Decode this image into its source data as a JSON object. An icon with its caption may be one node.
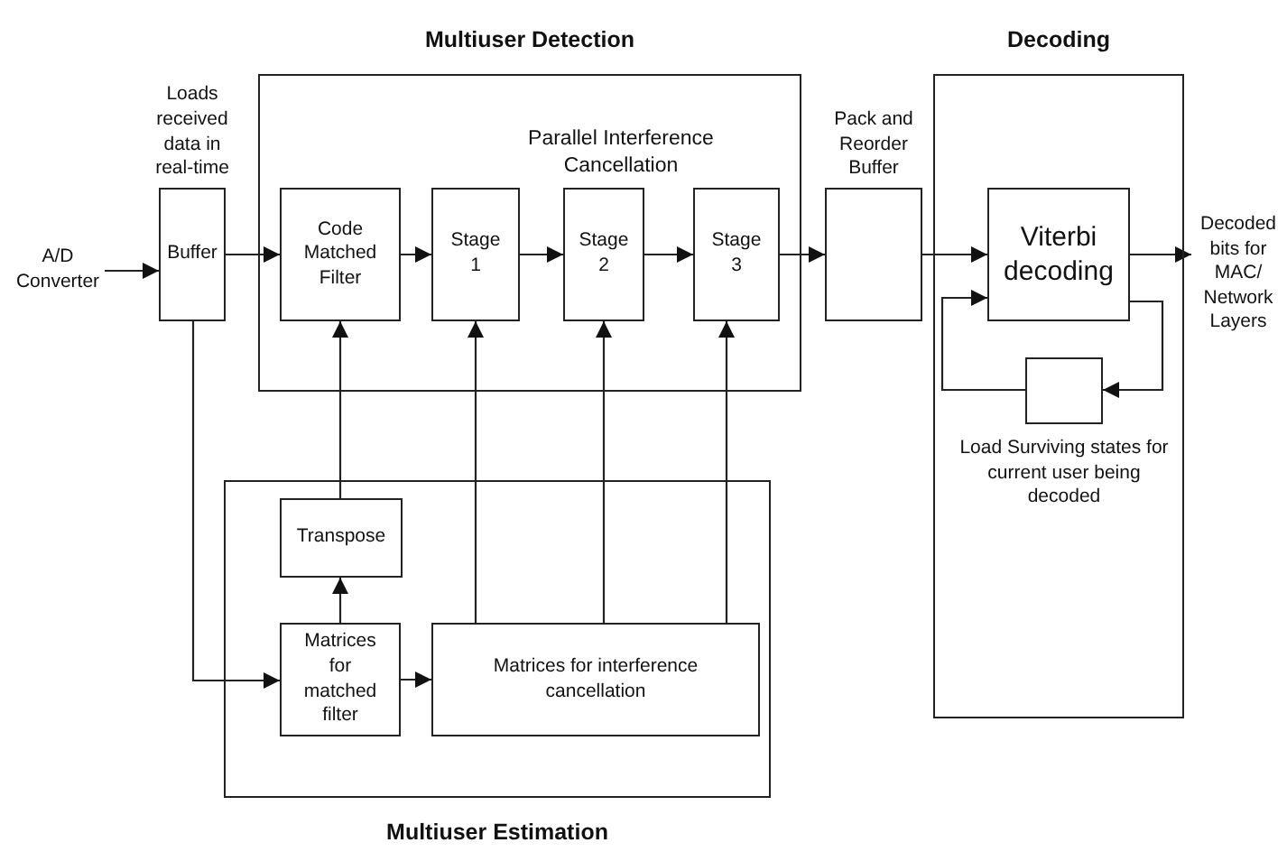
{
  "diagram": {
    "nodes": [
      {
        "text": [
          "Multiuser Detection",
          "Parallel Interference Cancellation"
        ]
      },
      {
        "text": [
          "A/D Converter"
        ]
      },
      {
        "text": [
          "Buffer"
        ],
        "beside": [
          "Loads received data in real-time"
        ]
      },
      {
        "text": [
          "Code Matched Filter"
        ],
        "in": 0
      },
      {
        "text": [
          "Stage 1"
        ],
        "in": 0
      },
      {
        "text": [
          "Stage 2"
        ],
        "in": 0
      },
      {
        "text": [
          "Stage 3"
        ],
        "in": 0
      },
      {
        "text": [],
        "shape": "box",
        "beside": [
          "Pack and Reorder Buffer"
        ]
      },
      {
        "text": [
          "Decoding"
        ]
      },
      {
        "text": [
          "Viterbi decoding"
        ],
        "in": 8
      },
      {
        "text": [],
        "shape": "box",
        "in": 8,
        "beside": [
          "Load Surviving states for current user being decoded"
        ]
      },
      {
        "text": [
          "Decoded bits for MAC/ Network Layers"
        ]
      },
      {
        "text": [
          "Multiuser Estimation"
        ]
      },
      {
        "text": [
          "Transpose"
        ],
        "in": 12
      },
      {
        "text": [
          "Matrices for matched filter"
        ],
        "in": 12
      },
      {
        "text": [
          "Matrices for interference cancellation"
        ],
        "in": 12
      }
    ],
    "edges": [
      {
        "from": 1,
        "to": 2,
        "arrow": "to"
      },
      {
        "from": 2,
        "to": 3,
        "arrow": "to"
      },
      {
        "from": 3,
        "to": 4,
        "arrow": "to"
      },
      {
        "from": 4,
        "to": 5,
        "arrow": "to"
      },
      {
        "from": 5,
        "to": 6,
        "arrow": "to"
      },
      {
        "from": 6,
        "to": 7,
        "arrow": "to"
      },
      {
        "from": 7,
        "to": 9,
        "arrow": "to"
      },
      {
        "from": 9,
        "to": 11,
        "arrow": "to"
      },
      {
        "from": 9,
        "to": 10,
        "arrow": "to"
      },
      {
        "from": 10,
        "to": 9,
        "arrow": "to"
      },
      {
        "from": 2,
        "to": 14,
        "arrow": "to"
      },
      {
        "from": 14,
        "to": 13,
        "arrow": "to"
      },
      {
        "from": 13,
        "to": 3,
        "arrow": "to"
      },
      {
        "from": 14,
        "to": 15,
        "arrow": "to"
      },
      {
        "from": 15,
        "to": 4,
        "arrow": "to"
      },
      {
        "from": 15,
        "to": 5,
        "arrow": "to"
      },
      {
        "from": 15,
        "to": 6,
        "arrow": "to"
      }
    ]
  }
}
